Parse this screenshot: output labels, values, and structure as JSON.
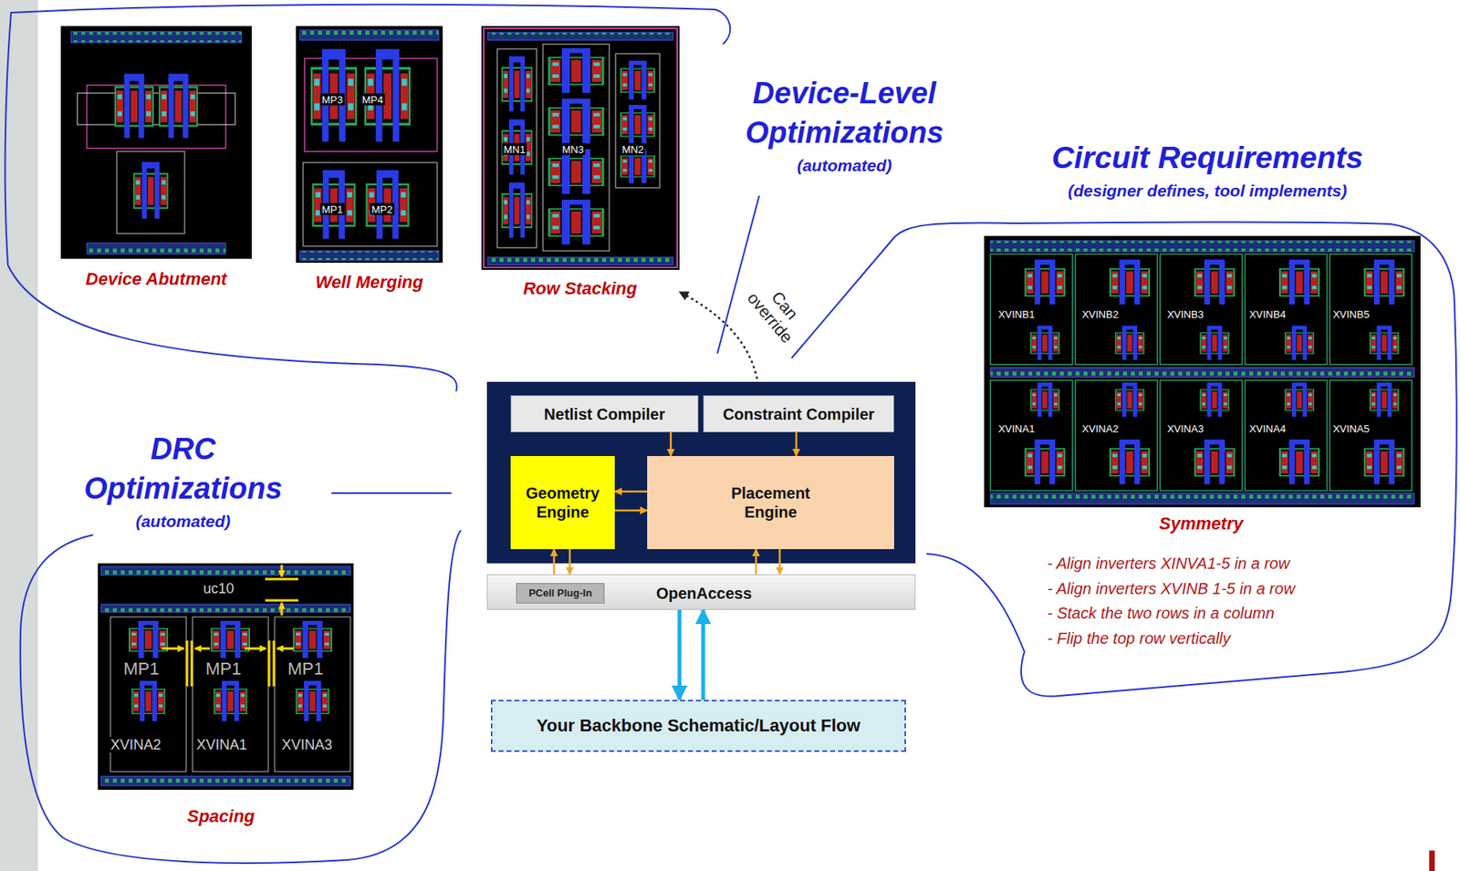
{
  "diagram": {
    "nodes": [
      {
        "text": [
          "Device-Level Optimizations",
          "(automated)"
        ]
      },
      {
        "text": [
          "Device Abutment"
        ],
        "in": 0
      },
      {
        "text": [
          "MP3",
          "MP4",
          "MP1",
          "MP2",
          "Well Merging"
        ],
        "in": 0
      },
      {
        "text": [
          "MN1",
          "MN3",
          "MN2",
          "Row Stacking"
        ],
        "in": 0
      },
      {
        "text": [
          "Circuit Requirements",
          "(designer defines, tool implements)",
          "- Align inverters XINVA1-5 in a row",
          "- Align inverters XVINB 1-5 in a row",
          "- Stack the two rows in a column",
          "- Flip the top row vertically"
        ]
      },
      {
        "text": [
          "XVINB1",
          "XVINB2",
          "XVINB3",
          "XVINB4",
          "XVINB5",
          "XVINA1",
          "XVINA2",
          "XVINA3",
          "XVINA4",
          "XVINA5",
          "Symmetry"
        ],
        "in": 4
      },
      {
        "text": [
          "DRC Optimizations",
          "(automated)"
        ]
      },
      {
        "text": [
          "uc10",
          "MP1",
          "MP1",
          "MP1",
          "XVINA2",
          "XVINA1",
          "XVINA3",
          "Spacing"
        ],
        "in": 6
      },
      {
        "text": [
          "Netlist Compiler"
        ]
      },
      {
        "text": [
          "Constraint Compiler"
        ]
      },
      {
        "text": [
          "Geometry Engine"
        ]
      },
      {
        "text": [
          "Placement Engine"
        ]
      },
      {
        "text": [
          "OpenAccess"
        ]
      },
      {
        "text": [
          "PCell Plug-In"
        ],
        "in": 12
      },
      {
        "text": [
          "Your Backbone Schematic/Layout Flow"
        ]
      }
    ],
    "edges": [
      {
        "from": 8,
        "to": 11,
        "arrow": "to"
      },
      {
        "from": 9,
        "to": 11,
        "arrow": "to"
      },
      {
        "from": 11,
        "to": 10,
        "arrow": "to"
      },
      {
        "from": 10,
        "to": 11,
        "arrow": "to"
      },
      {
        "from": 12,
        "to": 10,
        "arrow": "to"
      },
      {
        "from": 10,
        "to": 12,
        "arrow": "to"
      },
      {
        "from": 12,
        "to": 11,
        "arrow": "to"
      },
      {
        "from": 11,
        "to": 12,
        "arrow": "to"
      },
      {
        "from": 12,
        "to": 14,
        "arrow": "to"
      },
      {
        "from": 14,
        "to": 12,
        "arrow": "to"
      },
      {
        "from": 9,
        "to": 3,
        "label": "Can override",
        "arrow": "to"
      }
    ]
  }
}
